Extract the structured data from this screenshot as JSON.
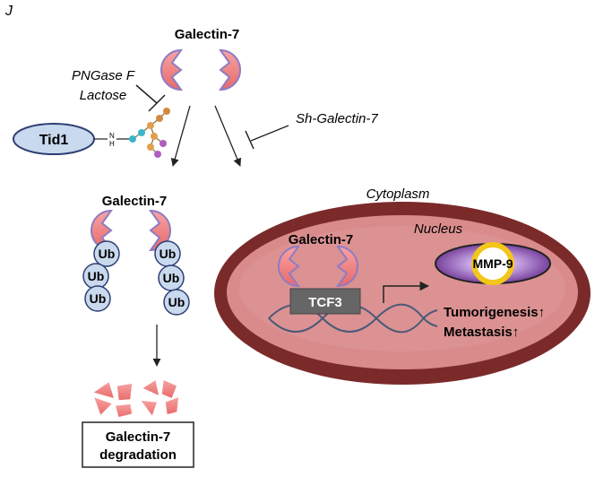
{
  "panel_label": "J",
  "top": {
    "galectin_label": "Galectin-7",
    "inhibitor_line1": "PNGase F",
    "inhibitor_line2": "Lactose",
    "tid1_label": "Tid1",
    "linkage_label": "N",
    "shrna_label": "Sh-Galectin-7"
  },
  "left": {
    "galectin_label": "Galectin-7",
    "ubiquitin_label": "Ub",
    "degradation_line1": "Galectin-7",
    "degradation_line2": "degradation"
  },
  "cell": {
    "cytoplasm_label": "Cytoplasm",
    "nucleus_label": "Nucleus",
    "galectin_label": "Galectin-7",
    "tcf3_label": "TCF3",
    "mmp9_label": "MMP-9",
    "outcome1": "Tumorigenesis",
    "outcome2": "Metastasis",
    "up_arrow": "↑"
  },
  "colors": {
    "galectin_fill": "#f08080",
    "galectin_edge": "#8e7cc3",
    "ubiquitin_fill": "#c9d9ee",
    "tid1_fill": "#c9d9ee",
    "cytoplasm_fill": "#7b2a2a",
    "nucleus_fill": "#d98b8b",
    "tcf3_fill": "#666666",
    "mmp9_fill": "#6a2c8f",
    "mmp9_ring": "#f3c61a"
  }
}
